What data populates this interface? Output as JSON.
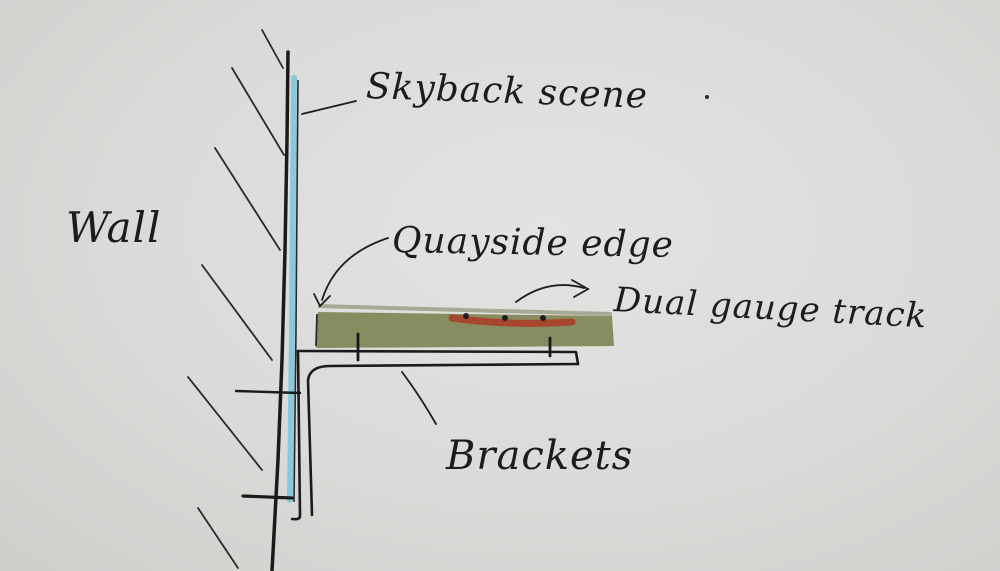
{
  "labels": {
    "skyback": "Skyback scene",
    "wall": "Wall",
    "quayside": "Quayside edge",
    "track": "Dual gauge track",
    "brackets": "Brackets"
  },
  "colors": {
    "ink": "#1c1c1c",
    "skyback": "#7fc7d9",
    "board": "#7f8556",
    "board_edge": "#a6a996",
    "track": "#a8452f",
    "paper": "#dcdbd9"
  }
}
